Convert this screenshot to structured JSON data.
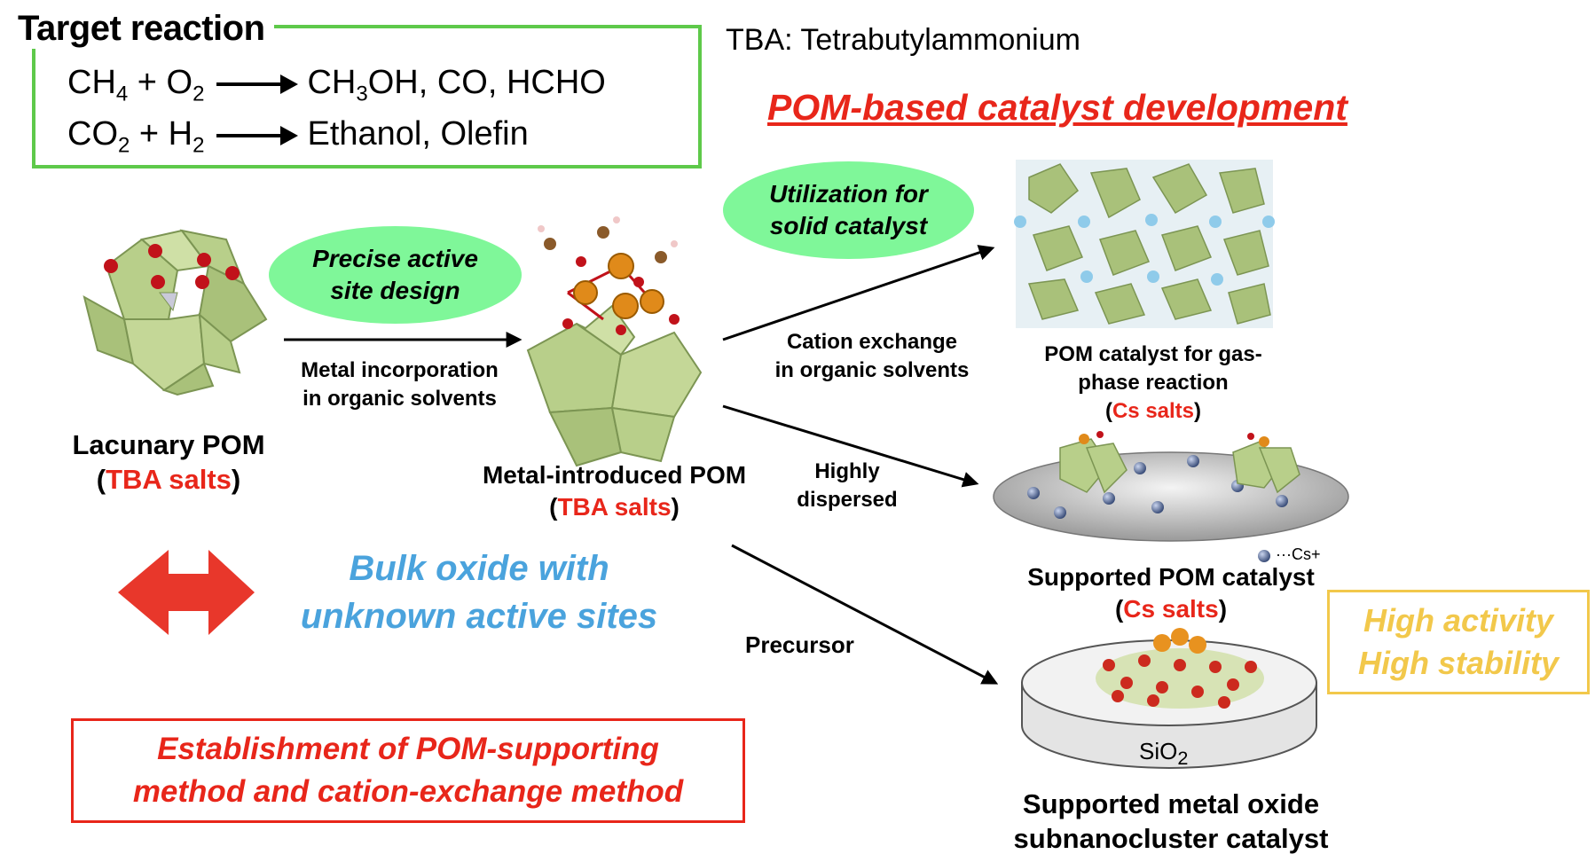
{
  "target": {
    "title": "Target reaction",
    "eq1_left": "CH4 + O2",
    "eq1_right": "CH3OH, CO, HCHO",
    "eq2_left": "CO2 + H2",
    "eq2_right": "Ethanol, Olefin"
  },
  "tba_note": "TBA: Tetrabutylammonium",
  "headline": "POM-based catalyst development",
  "ellipse_precise": {
    "line1": "Precise active",
    "line2": "site design"
  },
  "ellipse_utilization": {
    "line1": "Utilization for",
    "line2": "solid catalyst"
  },
  "lacunary": {
    "name": "Lacunary POM",
    "salt": "TBA salts"
  },
  "metal_incorp": {
    "line1": "Metal incorporation",
    "line2": "in organic solvents"
  },
  "metal_intro": {
    "name": "Metal-introduced POM",
    "salt": "TBA salts"
  },
  "cation_exchange": {
    "line1": "Cation exchange",
    "line2": "in organic solvents"
  },
  "highly": {
    "line1": "Highly",
    "line2": "dispersed"
  },
  "precursor": "Precursor",
  "gas_phase": {
    "line1": "POM catalyst for gas-",
    "line2": "phase reaction",
    "salt": "Cs salts"
  },
  "cs_legend": "···Cs+",
  "supported_pom": {
    "name": "Supported POM catalyst",
    "salt": "Cs salts"
  },
  "sio2": "SiO2",
  "subnano": {
    "line1": "Supported metal oxide",
    "line2": "subnanocluster catalyst"
  },
  "bulk": {
    "line1": "Bulk oxide with",
    "line2": "unknown active sites"
  },
  "establishment": {
    "line1": "Establishment of POM-supporting",
    "line2": "method and cation-exchange method"
  },
  "high": {
    "line1": "High activity",
    "line2": "High stability"
  },
  "colors": {
    "red": "#e8261a",
    "green_box": "#5ec94a",
    "ellipse": "#7ff799",
    "blue": "#4aa3dd",
    "gold": "#f2c84b",
    "polyhedra": "#b8cf8a"
  }
}
